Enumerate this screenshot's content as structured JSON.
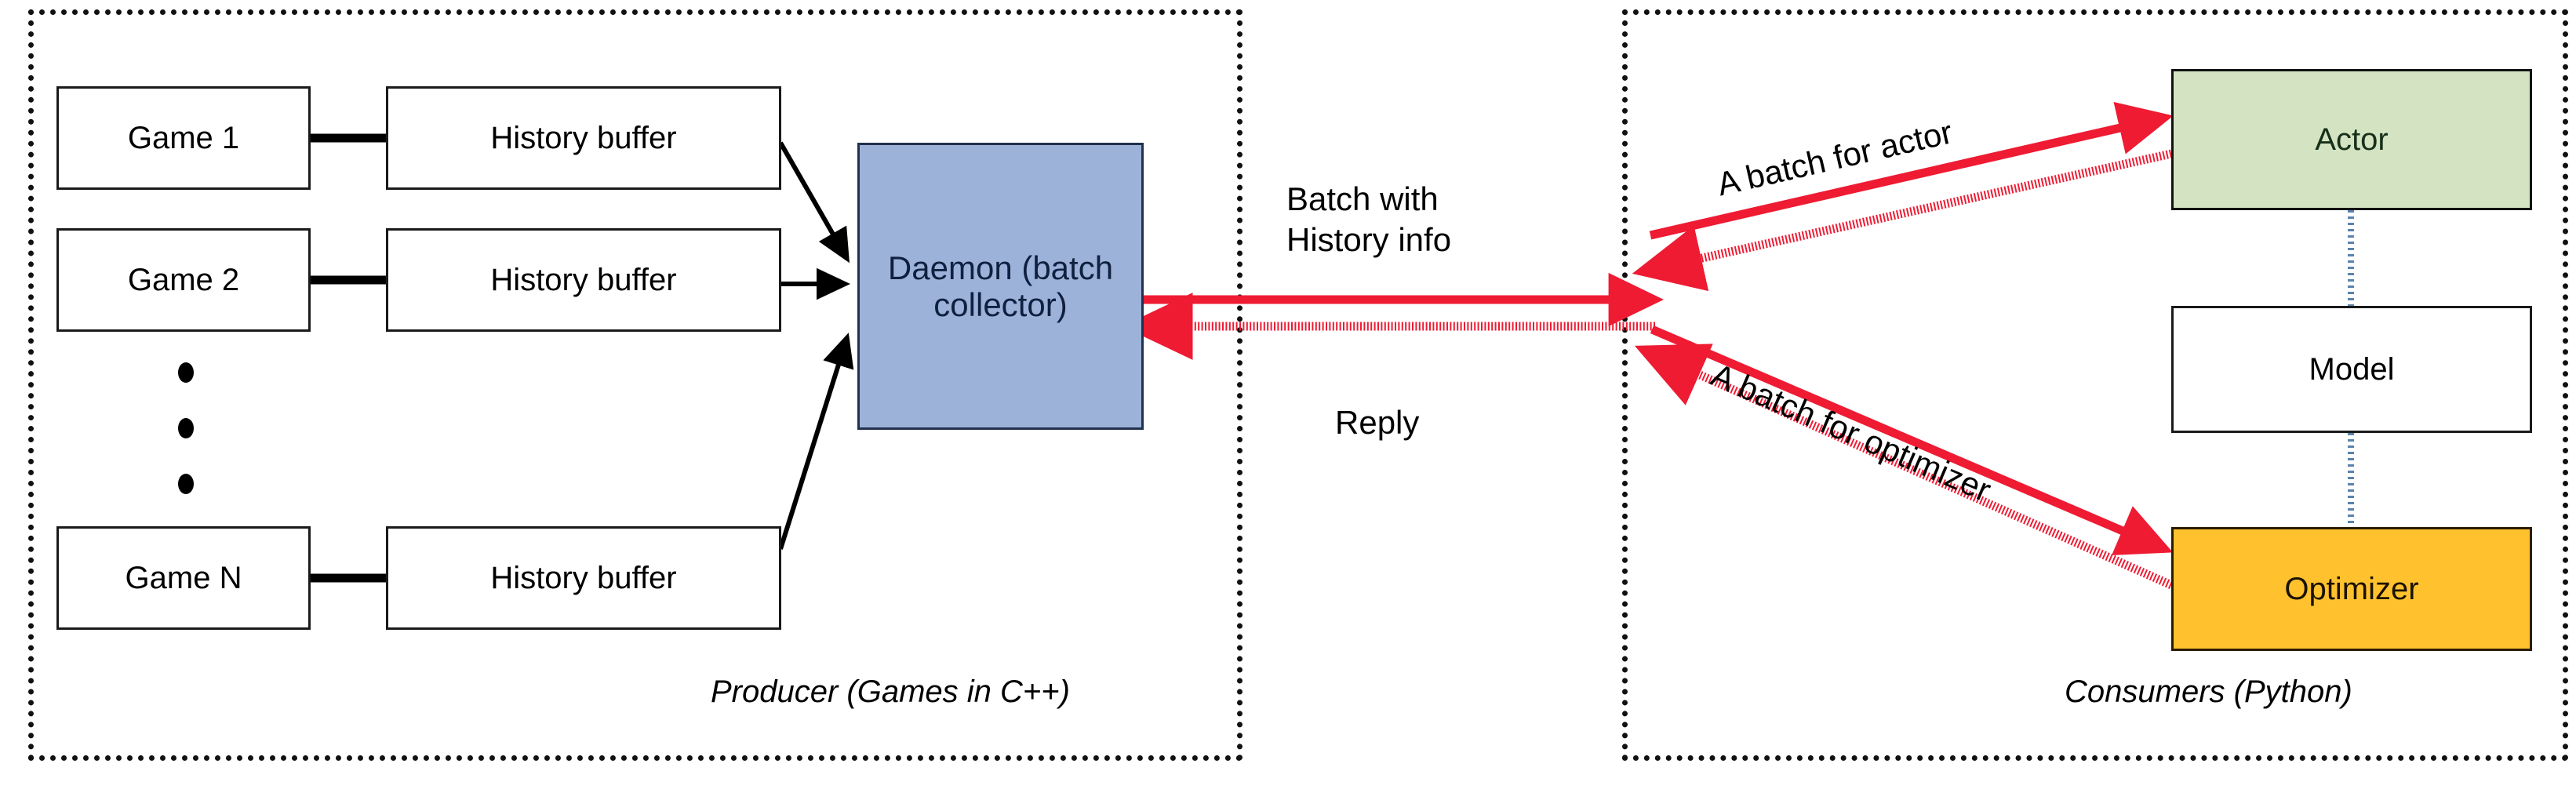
{
  "diagram": {
    "title": "Producer-Consumer batching architecture",
    "background": "#ffffff"
  },
  "colors": {
    "daemon_fill": "#9cb2d9",
    "actor_fill": "#d4e3c1",
    "optimizer_fill": "#ffc22e",
    "model_fill": "#ffffff",
    "red_arrow": "#ee1b33",
    "black_arrow": "#000000",
    "model_link": "#5b83ad",
    "panel_border": "#111111"
  },
  "panels": {
    "producer": {
      "caption": "Producer (Games in C++)"
    },
    "consumer": {
      "caption": "Consumers (Python)"
    }
  },
  "producer": {
    "games": [
      {
        "game": "Game 1",
        "buffer": "History buffer"
      },
      {
        "game": "Game 2",
        "buffer": "History buffer"
      },
      {
        "game": "Game N",
        "buffer": "History buffer"
      }
    ],
    "ellipsis": "vertical-dots",
    "daemon": "Daemon\n(batch\ncollector)"
  },
  "channel": {
    "request_label": "Batch with\nHistory info",
    "reply_label": "Reply"
  },
  "consumer": {
    "actor": "Actor",
    "model": "Model",
    "optimizer": "Optimizer",
    "actor_arrow_label": "A batch for actor",
    "optimizer_arrow_label": "A batch for optimizer"
  }
}
